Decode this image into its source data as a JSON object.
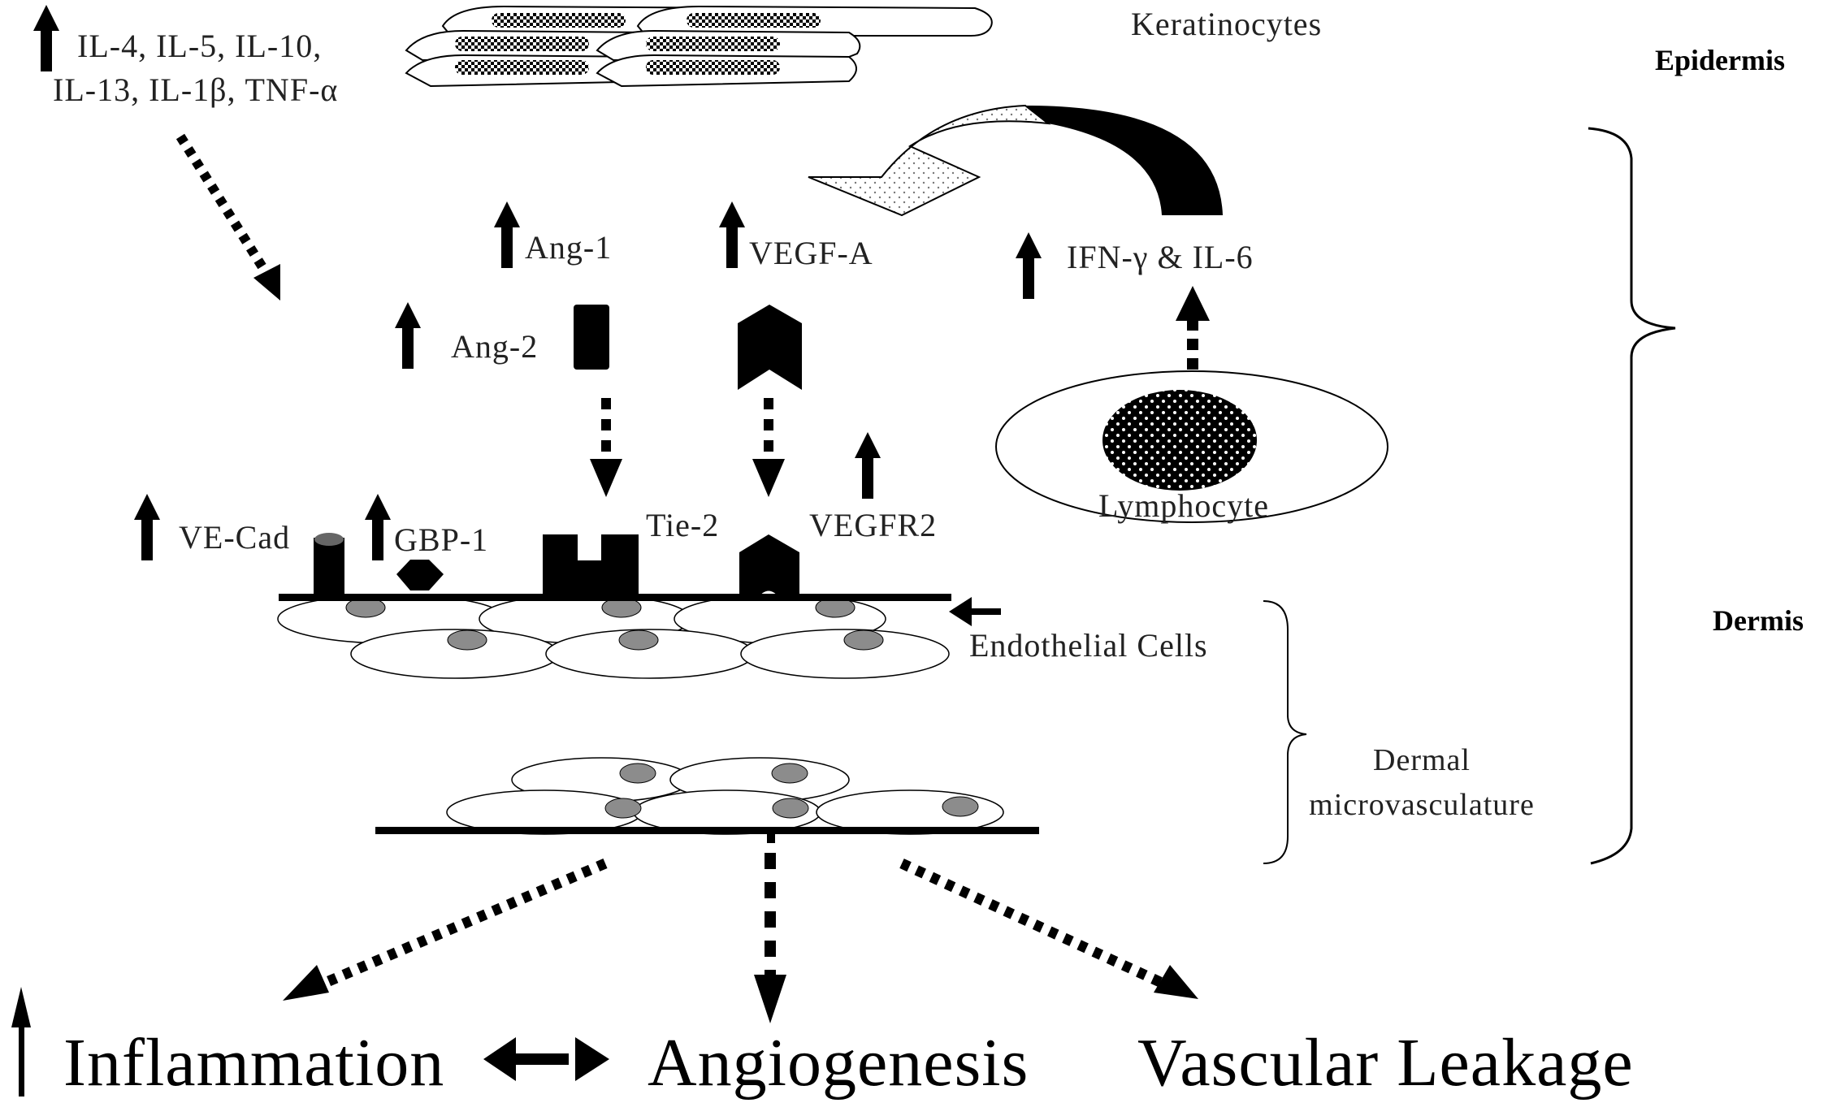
{
  "figure": {
    "layers": {
      "epidermis": "Epidermis",
      "dermis": "Dermis"
    },
    "cells": {
      "keratinocytes": "Keratinocytes",
      "lymphocyte": "Lymphocyte",
      "endothelial": "Endothelial Cells",
      "microvasculature_line1": "Dermal",
      "microvasculature_line2": "microvasculature"
    },
    "cytokines": {
      "line1": "IL-4, IL-5, IL-10,",
      "line2": "IL-13, IL-1β, TNF-α"
    },
    "mediators": {
      "ang1": "Ang-1",
      "ang2": "Ang-2",
      "vegfa": "VEGF-A",
      "ifn_il6": "IFN-γ & IL-6"
    },
    "receptors": {
      "vecad": "VE-Cad",
      "gbp1": "GBP-1",
      "tie2": "Tie-2",
      "vegfr2": "VEGFR2"
    },
    "outcomes": {
      "inflammation": "Inflammation",
      "angiogenesis": "Angiogenesis",
      "vascular_leakage": "Vascular Leakage"
    },
    "colors": {
      "ink": "#000000",
      "nucleus": "#8c8c8c",
      "background": "#ffffff"
    }
  }
}
